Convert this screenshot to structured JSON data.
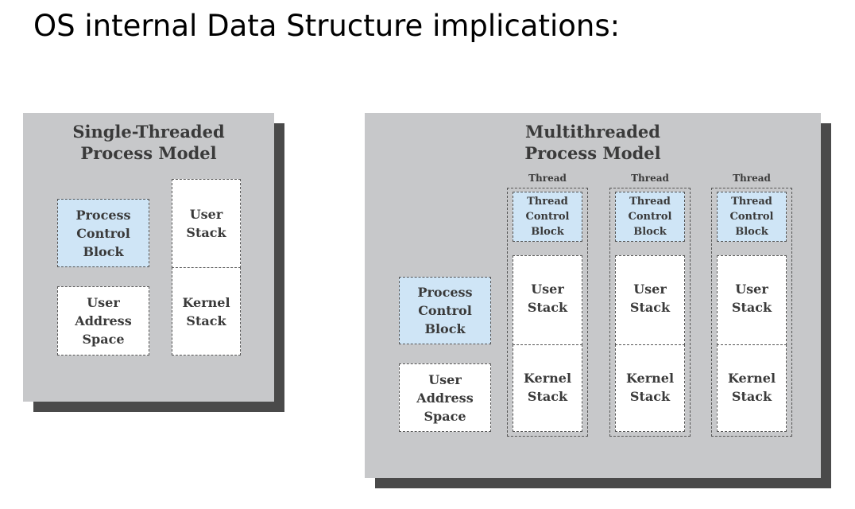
{
  "slide": {
    "title": "OS internal Data Structure implications:"
  },
  "single": {
    "title_line1": "Single-Threaded",
    "title_line2": "Process Model",
    "pcb": [
      "Process",
      "Control",
      "Block"
    ],
    "address_space": [
      "User",
      "Address",
      "Space"
    ],
    "user_stack": [
      "User",
      "Stack"
    ],
    "kernel_stack": [
      "Kernel",
      "Stack"
    ]
  },
  "multi": {
    "title_line1": "Multithreaded",
    "title_line2": "Process Model",
    "pcb": [
      "Process",
      "Control",
      "Block"
    ],
    "address_space": [
      "User",
      "Address",
      "Space"
    ],
    "threads": [
      {
        "label": "Thread",
        "tcb": [
          "Thread",
          "Control",
          "Block"
        ],
        "user_stack": [
          "User",
          "Stack"
        ],
        "kernel_stack": [
          "Kernel",
          "Stack"
        ]
      },
      {
        "label": "Thread",
        "tcb": [
          "Thread",
          "Control",
          "Block"
        ],
        "user_stack": [
          "User",
          "Stack"
        ],
        "kernel_stack": [
          "Kernel",
          "Stack"
        ]
      },
      {
        "label": "Thread",
        "tcb": [
          "Thread",
          "Control",
          "Block"
        ],
        "user_stack": [
          "User",
          "Stack"
        ],
        "kernel_stack": [
          "Kernel",
          "Stack"
        ]
      }
    ]
  },
  "colors": {
    "panel": "#c7c8ca",
    "shadow": "#4a4a4a",
    "control_block": "#cfe5f6",
    "text": "#3a3a3a"
  }
}
